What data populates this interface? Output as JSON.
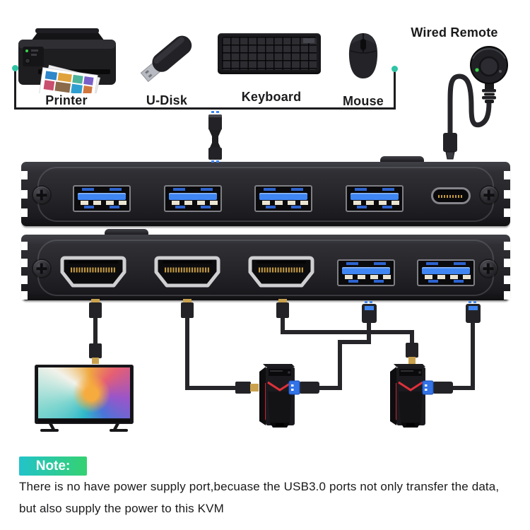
{
  "labels": {
    "printer": "Printer",
    "udisk": "U-Disk",
    "keyboard": "Keyboard",
    "mouse": "Mouse",
    "wired_remote": "Wired Remote"
  },
  "note": {
    "badge": "Note:",
    "line1": "There is no have power supply port,becuase the USB3.0 ports not only transfer the data,",
    "line2": "but also supply the power to this KVM"
  },
  "kvm": {
    "top_panel_ports": [
      "usb3",
      "usb3",
      "usb3",
      "usb3",
      "usb-c"
    ],
    "bottom_panel_ports": [
      "hdmi",
      "hdmi",
      "hdmi",
      "usb3",
      "usb3"
    ],
    "buttons": [
      "selector-button-top",
      "selector-button-bottom"
    ]
  },
  "connections": [
    {
      "from": "peripheral-group",
      "to": "kvm-usb-panel",
      "via": "usb-coupler-cable"
    },
    {
      "from": "wired-remote",
      "to": "kvm-usb-panel"
    },
    {
      "from": "hdmi-port-1",
      "to": "monitor"
    },
    {
      "from": "hdmi-port-2",
      "to": "pc-tower-1"
    },
    {
      "from": "hdmi-port-3",
      "to": "pc-tower-2"
    },
    {
      "from": "usb3-port-5",
      "to": "pc-tower-1"
    },
    {
      "from": "usb3-port-6",
      "to": "pc-tower-2"
    }
  ],
  "colors": {
    "accent_teal": "#2ec4a5",
    "note_gradient_start": "#22c3c9",
    "note_gradient_end": "#35d171",
    "usb_blue": "#3f86f2",
    "hdmi_gold": "#c49a42",
    "pc_red": "#e0303a",
    "cable_black": "#26262a"
  }
}
